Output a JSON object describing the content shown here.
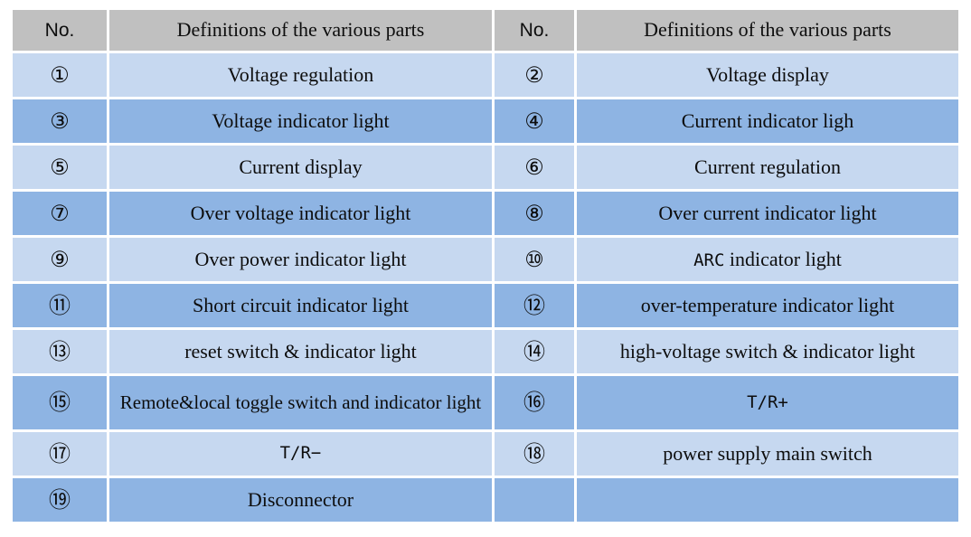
{
  "table": {
    "headers": {
      "no": "No.",
      "definition": "Definitions of the various parts"
    },
    "colors": {
      "header_bg": "#c0c0c0",
      "row_light_bg": "#c6d8f0",
      "row_dark_bg": "#8eb4e3",
      "grid": "#ffffff",
      "text": "#0d0d0d"
    },
    "rows": [
      {
        "left_no": "①",
        "left_def": "Voltage regulation",
        "right_no": "②",
        "right_def": "Voltage display"
      },
      {
        "left_no": "③",
        "left_def": "Voltage indicator light",
        "right_no": "④",
        "right_def": "Current indicator ligh"
      },
      {
        "left_no": "⑤",
        "left_def": "Current display",
        "right_no": "⑥",
        "right_def": "Current regulation"
      },
      {
        "left_no": "⑦",
        "left_def": "Over voltage indicator light",
        "right_no": "⑧",
        "right_def": "Over current indicator light"
      },
      {
        "left_no": "⑨",
        "left_def": "Over power indicator light",
        "right_no": "⑩",
        "right_def_prefix": "ARC",
        "right_def_suffix": " indicator light"
      },
      {
        "left_no": "⑪",
        "left_def": "Short circuit indicator light",
        "right_no": "⑫",
        "right_def": "over-temperature indicator light"
      },
      {
        "left_no": "⑬",
        "left_def": "reset switch & indicator light",
        "right_no": "⑭",
        "right_def": "high-voltage switch & indicator light"
      },
      {
        "left_no": "⑮",
        "left_def": "Remote&local toggle switch and indicator light",
        "right_no": "⑯",
        "right_def": "T/R+"
      },
      {
        "left_no": "⑰",
        "left_def": "T/R−",
        "right_no": "⑱",
        "right_def": "power supply main switch"
      },
      {
        "left_no": "⑲",
        "left_def": "Disconnector",
        "right_no": "",
        "right_def": ""
      }
    ]
  }
}
